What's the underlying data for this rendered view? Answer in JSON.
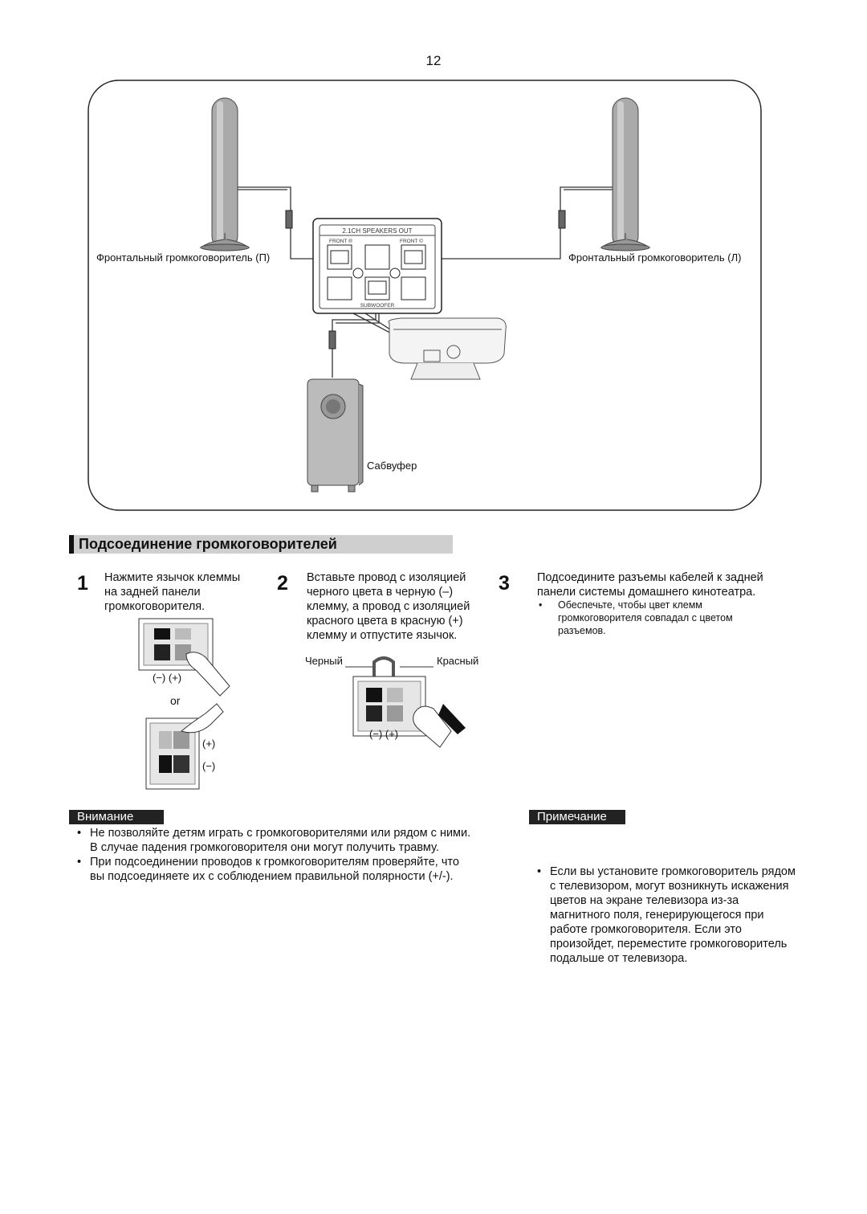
{
  "page_number": "12",
  "diagram": {
    "panel_title": "2.1CH SPEAKERS OUT",
    "front_r": "FRONT ®",
    "front_l": "FRONT ©",
    "subwoofer_jack": "SUBWOOFER",
    "label_front_right": "Фронтальный громкоговоритель (П)",
    "label_front_left": "Фронтальный громкоговоритель (Л)",
    "label_subwoofer": "Сабвуфер"
  },
  "section_title": "Подсоединение громкоговорителей",
  "steps": [
    {
      "num": "1",
      "text": [
        "Нажмите язычок клеммы",
        "на задней панели",
        "громкоговорителя."
      ]
    },
    {
      "num": "2",
      "text": [
        "Вставьте провод с изоляцией",
        "черного цвета в черную (–)",
        "клемму, а провод с изоляцией",
        "красного цвета в красную (+)",
        "клемму и отпустите язычок."
      ]
    },
    {
      "num": "3",
      "text": [
        "Подсоедините разъемы кабелей к задней",
        "панели системы домашнего кинотеатра."
      ],
      "bullet": [
        "Обеспечьте, чтобы цвет клемм",
        "громкоговорителя совпадал с цветом",
        "разъемов."
      ]
    }
  ],
  "terminal_fig": {
    "minus_plus": "(−)  (+)",
    "or": "or",
    "plus": "(+)",
    "minus": "(−)",
    "black": "Черный",
    "red": "Красный"
  },
  "caution": {
    "header": "Внимание",
    "items": [
      [
        "Не позволяйте детям играть с громкоговорителями или рядом с ними.",
        "В случае падения громкоговорителя они могут получить травму."
      ],
      [
        "При подсоединении проводов к громкоговорителям проверяйте, что",
        "вы подсоединяете их с соблюдением правильной полярности (+/-)."
      ]
    ]
  },
  "note": {
    "header": "Примечание",
    "lines": [
      "Если вы установите громкоговоритель рядом",
      "с телевизором, могут возникнуть искажения",
      "цветов на экране телевизора из-за",
      "магнитного поля, генерирующегося при",
      "работе громкоговорителя. Если это",
      "произойдет, переместите громкоговоритель",
      "подальше от телевизора."
    ]
  }
}
